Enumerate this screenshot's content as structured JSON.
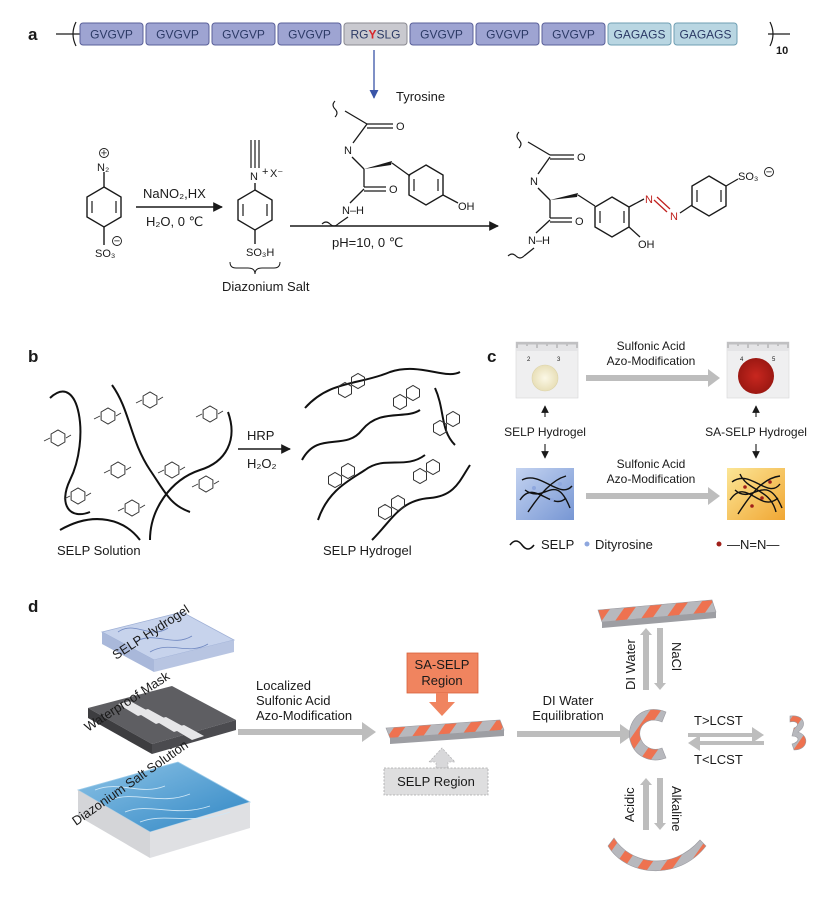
{
  "panels": {
    "a": "a",
    "b": "b",
    "c": "c",
    "d": "d"
  },
  "panel_a": {
    "sequence_blocks": [
      "GVGVP",
      "GVGVP",
      "GVGVP",
      "GVGVP",
      "RGYSLG",
      "GVGVP",
      "GVGVP",
      "GVGVP",
      "GAGAGS",
      "GAGAGS"
    ],
    "repeat_subscript": "10",
    "highlight_block_prefix": "RG",
    "highlight_letter": "Y",
    "highlight_block_suffix": "SLG",
    "tyrosine_label": "Tyrosine",
    "reagent1_line1": "NaNO₂,HX",
    "reagent1_line2": "H₂O, 0 ℃",
    "reagent2": "pH=10, 0 ℃",
    "diazonium_label": "Diazonium Salt",
    "atom_N2": "N₂",
    "atom_X": "X⁻",
    "atom_SO3": "SO₃",
    "atom_SO3H": "SO₃H",
    "atom_O": "O",
    "atom_N": "N",
    "atom_NH": "N–H",
    "atom_OH": "OH",
    "azo_N": "N",
    "charge_plus": "+",
    "charge_minus": "−",
    "n_plus": "N⁺"
  },
  "panel_b": {
    "solution_label": "SELP Solution",
    "hydrogel_label": "SELP Hydrogel",
    "enzyme": "HRP",
    "oxidant": "H₂O₂"
  },
  "panel_c": {
    "arrow_top_line1": "Sulfonic Acid",
    "arrow_top_line2": "Azo-Modification",
    "arrow_bottom_line1": "Sulfonic Acid",
    "arrow_bottom_line2": "Azo-Modification",
    "selp_hydrogel_label": "SELP Hydrogel",
    "sa_selp_hydrogel_label": "SA-SELP Hydrogel",
    "ruler_left_ticks": [
      "2",
      "3"
    ],
    "ruler_right_ticks": [
      "4",
      "5"
    ],
    "legend_selp": "SELP",
    "legend_dityrosine": "Dityrosine",
    "legend_azo": "—N=N—",
    "colors": {
      "sa_selp": "#b8201c",
      "selp_box": "#7f9fd6",
      "sa_box": "#f3c43b"
    }
  },
  "panel_d": {
    "layer_hydrogel": "SELP Hydrogel",
    "layer_mask": "Waterproof Mask",
    "layer_solution": "Diazonium Salt Solution",
    "step1_line1": "Localized",
    "step1_line2": "Sulfonic Acid",
    "step1_line3": "Azo-Modification",
    "sa_region_line1": "SA-SELP",
    "sa_region_line2": "Region",
    "selp_region": "SELP Region",
    "step2_line1": "DI Water",
    "step2_line2": "Equilibration",
    "di_water": "DI Water",
    "nacl": "NaCl",
    "acidic": "Acidic",
    "alkaline": "Alkaline",
    "t_above": "T>LCST",
    "t_below": "T<LCST",
    "colors": {
      "stripe": "#ee7250",
      "strip_grey": "#aaabb1",
      "sa_box": "#f0845f"
    }
  }
}
